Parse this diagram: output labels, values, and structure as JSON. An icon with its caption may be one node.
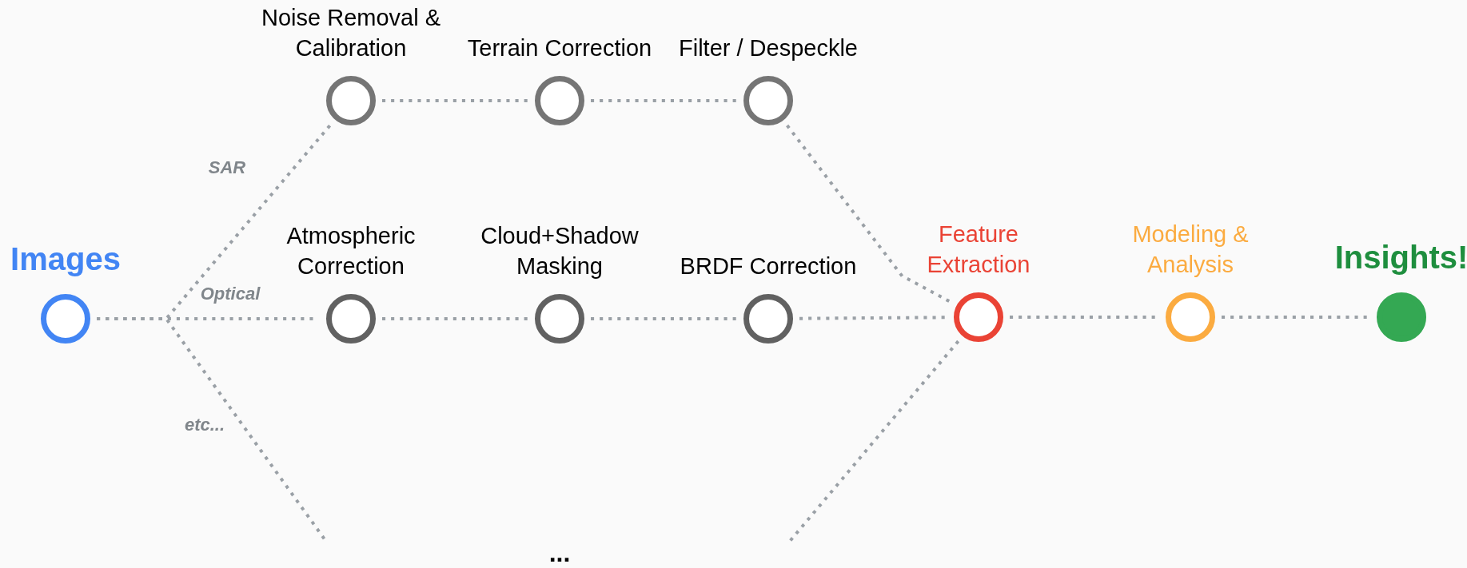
{
  "diagram": {
    "nodes": [
      {
        "text": [
          "Images"
        ]
      },
      {
        "text": [
          "Noise Removal & Calibration"
        ]
      },
      {
        "text": [
          "Terrain Correction"
        ]
      },
      {
        "text": [
          "Filter / Despeckle"
        ]
      },
      {
        "text": [
          "Atmospheric Correction"
        ]
      },
      {
        "text": [
          "Cloud+Shadow Masking"
        ]
      },
      {
        "text": [
          "BRDF Correction"
        ]
      },
      {
        "text": [
          "Feature Extraction"
        ]
      },
      {
        "text": [
          "Modeling & Analysis"
        ]
      },
      {
        "text": [
          "Insights!"
        ]
      }
    ],
    "edges": [
      {
        "from": 0,
        "to": 1,
        "arrow": "none",
        "label": "SAR"
      },
      {
        "from": 0,
        "to": 4,
        "arrow": "none",
        "label": "Optical"
      },
      {
        "from": 0,
        "to": null,
        "arrow": "none",
        "label": "etc..."
      },
      {
        "from": 1,
        "to": 2,
        "arrow": "none"
      },
      {
        "from": 2,
        "to": 3,
        "arrow": "none"
      },
      {
        "from": 3,
        "to": 7,
        "arrow": "none"
      },
      {
        "from": 4,
        "to": 5,
        "arrow": "none"
      },
      {
        "from": 5,
        "to": 6,
        "arrow": "none"
      },
      {
        "from": 6,
        "to": 7,
        "arrow": "none"
      },
      {
        "from": null,
        "to": 7,
        "arrow": "none"
      },
      {
        "from": 7,
        "to": 8,
        "arrow": "none"
      },
      {
        "from": 8,
        "to": 9,
        "arrow": "none"
      }
    ],
    "labels": [
      "..."
    ]
  }
}
